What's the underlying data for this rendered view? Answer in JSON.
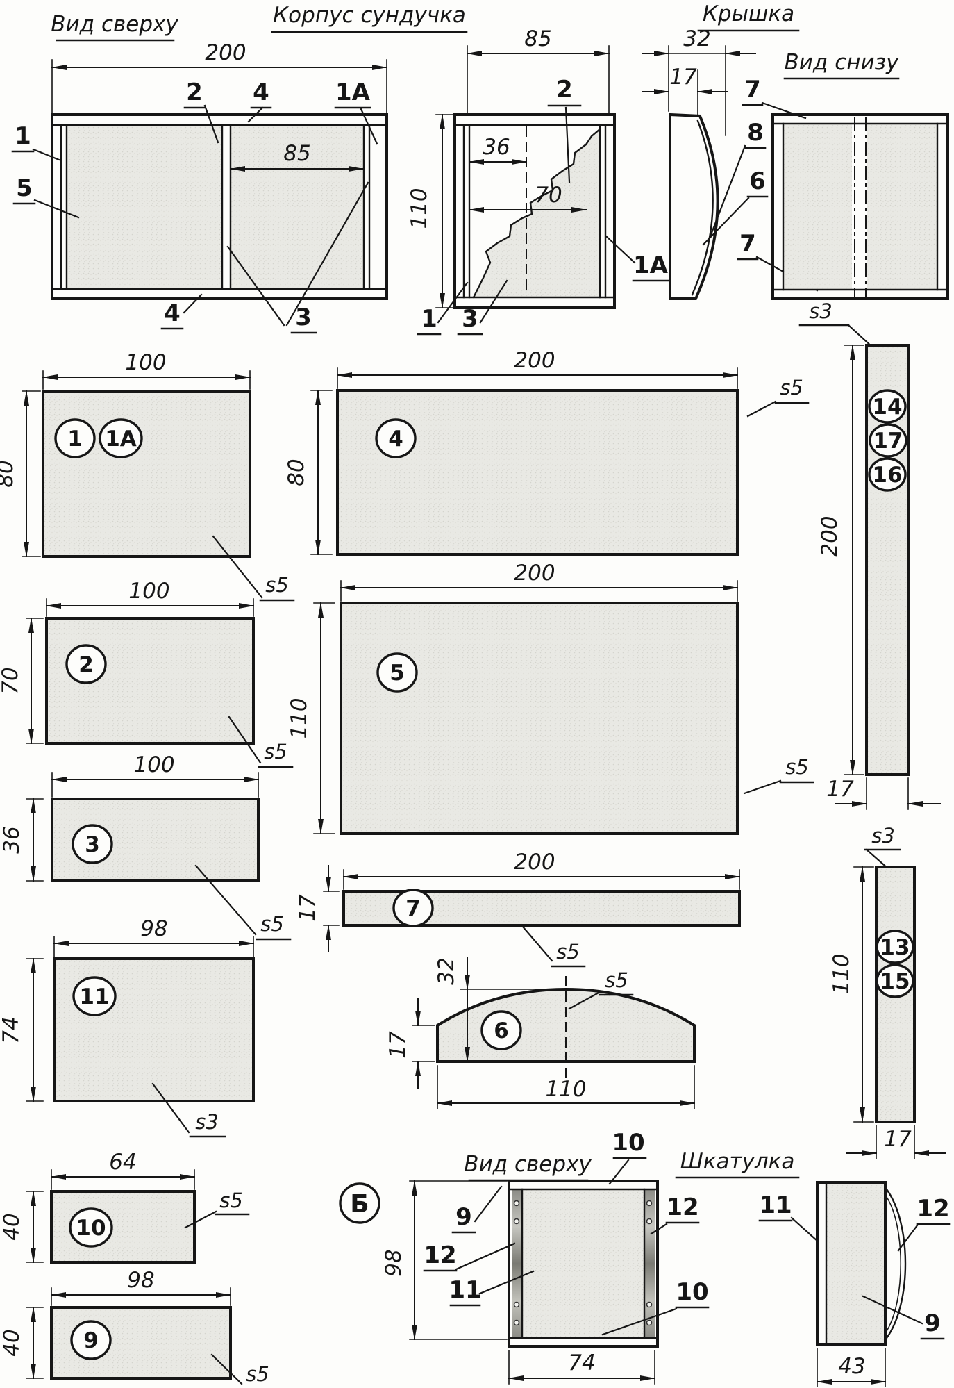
{
  "drawing": {
    "materials": {
      "s5": "s5",
      "s3": "s3"
    },
    "body_top": {
      "title": "Вид сверху",
      "dim_width": "200",
      "dim_compartment": "85",
      "callout_1": "1",
      "callout_5": "5",
      "callout_2": "2",
      "callout_4_top": "4",
      "callout_1a": "1А",
      "callout_4_bottom": "4",
      "callout_3": "3"
    },
    "body_front": {
      "title": "Корпус сундучка",
      "dim_width": "85",
      "dim_height": "110",
      "dim_offset_36": "36",
      "dim_offset_70": "70",
      "callout_2": "2",
      "callout_1a": "1А",
      "callout_1": "1",
      "callout_3": "3"
    },
    "lid_side": {
      "title": "Крышка",
      "dim_width": "32",
      "dim_flat": "17",
      "callout_7_top": "7",
      "callout_8": "8",
      "callout_6": "6",
      "callout_7_bottom": "7"
    },
    "lid_bottom": {
      "title": "Вид снизу"
    },
    "parts": {
      "p1": {
        "num": "1",
        "num_alt": "1А",
        "width": "100",
        "height": "80"
      },
      "p2": {
        "num": "2",
        "width": "100",
        "height": "70"
      },
      "p3": {
        "num": "3",
        "width": "100",
        "height": "36"
      },
      "p11": {
        "num": "11",
        "width": "98",
        "height": "74"
      },
      "p10": {
        "num": "10",
        "width": "64",
        "height": "40"
      },
      "p9": {
        "num": "9",
        "width": "98",
        "height": "40"
      },
      "p4": {
        "num": "4",
        "width": "200",
        "height": "80"
      },
      "p5": {
        "num": "5",
        "width": "200",
        "height": "110"
      },
      "p7": {
        "num": "7",
        "width": "200",
        "height": "17"
      },
      "p6": {
        "num": "6",
        "width": "110",
        "height_center": "32",
        "height_end": "17"
      },
      "strip_long": {
        "num_1": "14",
        "num_2": "17",
        "num_3": "16",
        "height": "200",
        "width": "17"
      },
      "strip_short": {
        "num_1": "13",
        "num_2": "15",
        "height": "110",
        "width": "17"
      }
    },
    "box_top": {
      "marker": "Б",
      "title": "Вид сверху",
      "dim_height": "98",
      "dim_width": "74",
      "callout_10_top": "10",
      "callout_9": "9",
      "callout_12_left": "12",
      "callout_11": "11",
      "callout_12_right": "12",
      "callout_10_bottom": "10"
    },
    "casket_side": {
      "title": "Шкатулка",
      "callout_11": "11",
      "callout_12": "12",
      "callout_9": "9",
      "dim_width": "43"
    }
  }
}
